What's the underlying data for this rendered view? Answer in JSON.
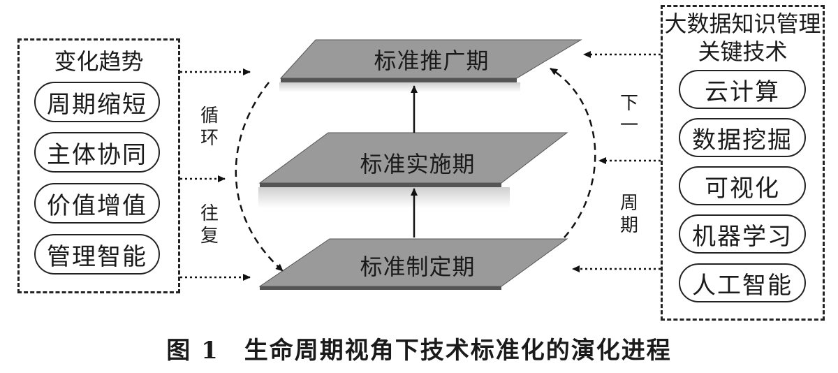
{
  "left_box": {
    "title": "变化趋势",
    "items": [
      "周期缩短",
      "主体协同",
      "价值增值",
      "管理智能"
    ]
  },
  "right_box": {
    "title_line1": "大数据知识管理",
    "title_line2": "关键技术",
    "items": [
      "云计算",
      "数据挖掘",
      "可视化",
      "机器学习",
      "人工智能"
    ]
  },
  "stages": {
    "top": "标准推广期",
    "middle": "标准实施期",
    "bottom": "标准制定期"
  },
  "left_cycle_label": {
    "part1": "循环",
    "part2": "往复"
  },
  "right_cycle_label": {
    "part1": "下一",
    "part2": "周期"
  },
  "caption": "图 1　生命周期视角下技术标准化的演化进程"
}
